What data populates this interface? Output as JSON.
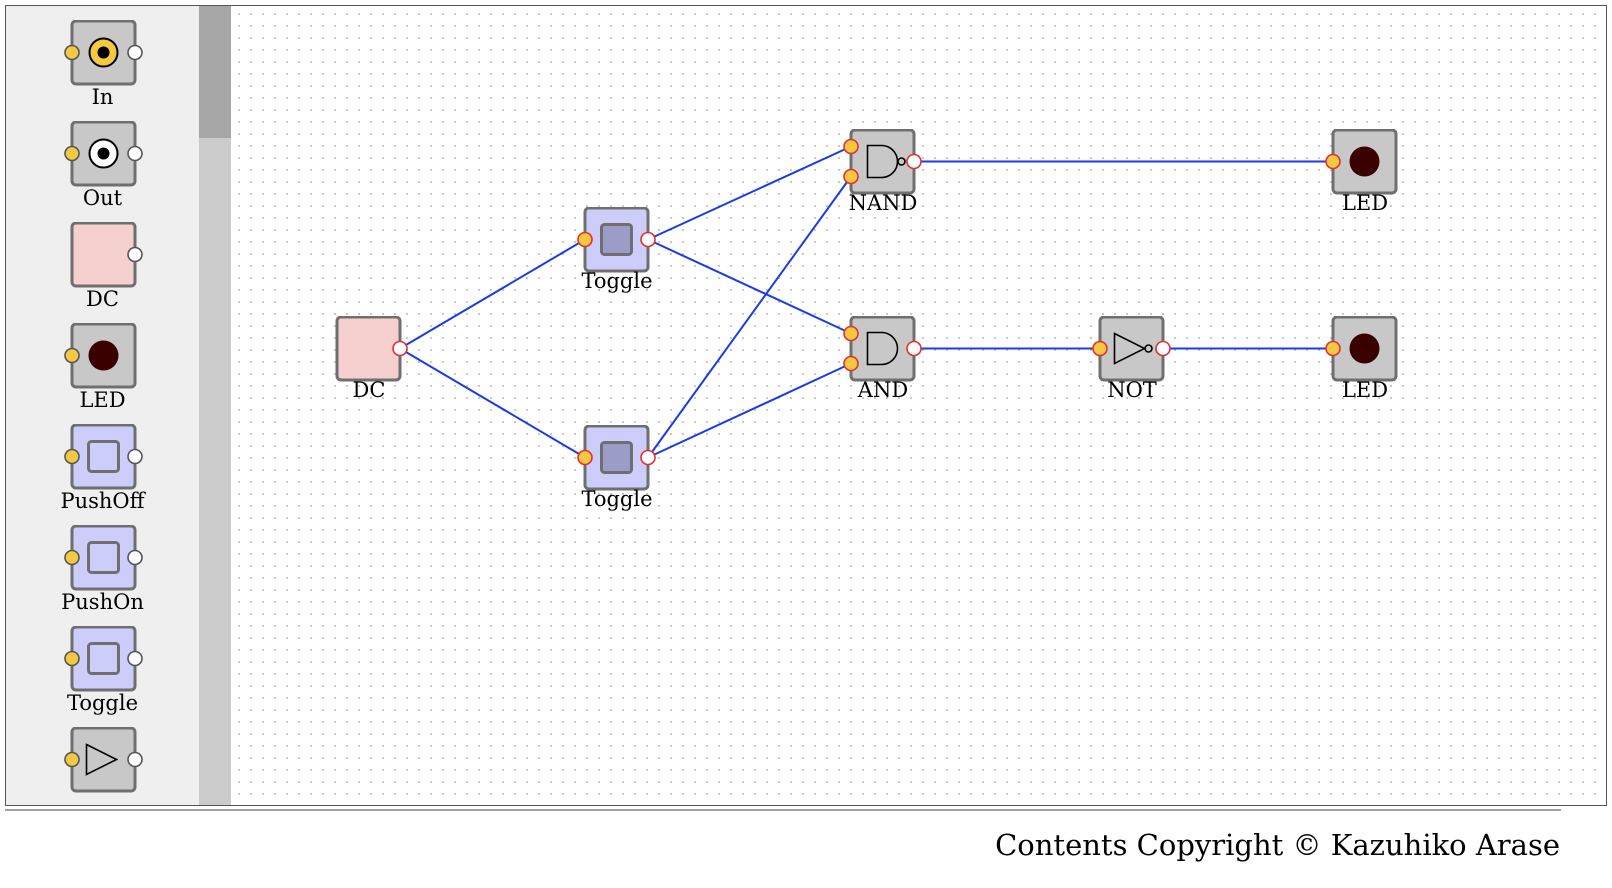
{
  "palette": {
    "items": [
      {
        "label": "In"
      },
      {
        "label": "Out"
      },
      {
        "label": "DC"
      },
      {
        "label": "LED"
      },
      {
        "label": "PushOff"
      },
      {
        "label": "PushOn"
      },
      {
        "label": "Toggle"
      },
      {
        "label": ""
      }
    ]
  },
  "circuit": {
    "devices": [
      {
        "id": "dc",
        "type": "DC",
        "label": "DC"
      },
      {
        "id": "toggle1",
        "type": "Toggle",
        "label": "Toggle"
      },
      {
        "id": "toggle2",
        "type": "Toggle",
        "label": "Toggle"
      },
      {
        "id": "nand",
        "type": "NAND",
        "label": "NAND"
      },
      {
        "id": "and",
        "type": "AND",
        "label": "AND"
      },
      {
        "id": "not",
        "type": "NOT",
        "label": "NOT"
      },
      {
        "id": "led1",
        "type": "LED",
        "label": "LED"
      },
      {
        "id": "led2",
        "type": "LED",
        "label": "LED"
      }
    ],
    "wires": [
      {
        "from": "dc.out",
        "to": "toggle1.in"
      },
      {
        "from": "dc.out",
        "to": "toggle2.in"
      },
      {
        "from": "toggle1.out",
        "to": "nand.in1"
      },
      {
        "from": "toggle1.out",
        "to": "and.in1"
      },
      {
        "from": "toggle2.out",
        "to": "nand.in2"
      },
      {
        "from": "toggle2.out",
        "to": "and.in2"
      },
      {
        "from": "nand.out",
        "to": "led1.in"
      },
      {
        "from": "and.out",
        "to": "not.in"
      },
      {
        "from": "not.out",
        "to": "led2.in"
      }
    ]
  },
  "colors": {
    "wire": "#1a3aeb",
    "pin_hot": "#f5c842",
    "pin_border": "#555555",
    "pin_active_border": "#e03030",
    "device_body": "#c8c8c8",
    "device_border": "#6f6f6f",
    "dc_body": "#f6cfcf",
    "switch_body": "#cdcdfb",
    "switch_on_button": "#9c9cc8",
    "led_off": "#3a0000"
  },
  "footer": {
    "copyright": "Contents Copyright © Kazuhiko Arase"
  }
}
